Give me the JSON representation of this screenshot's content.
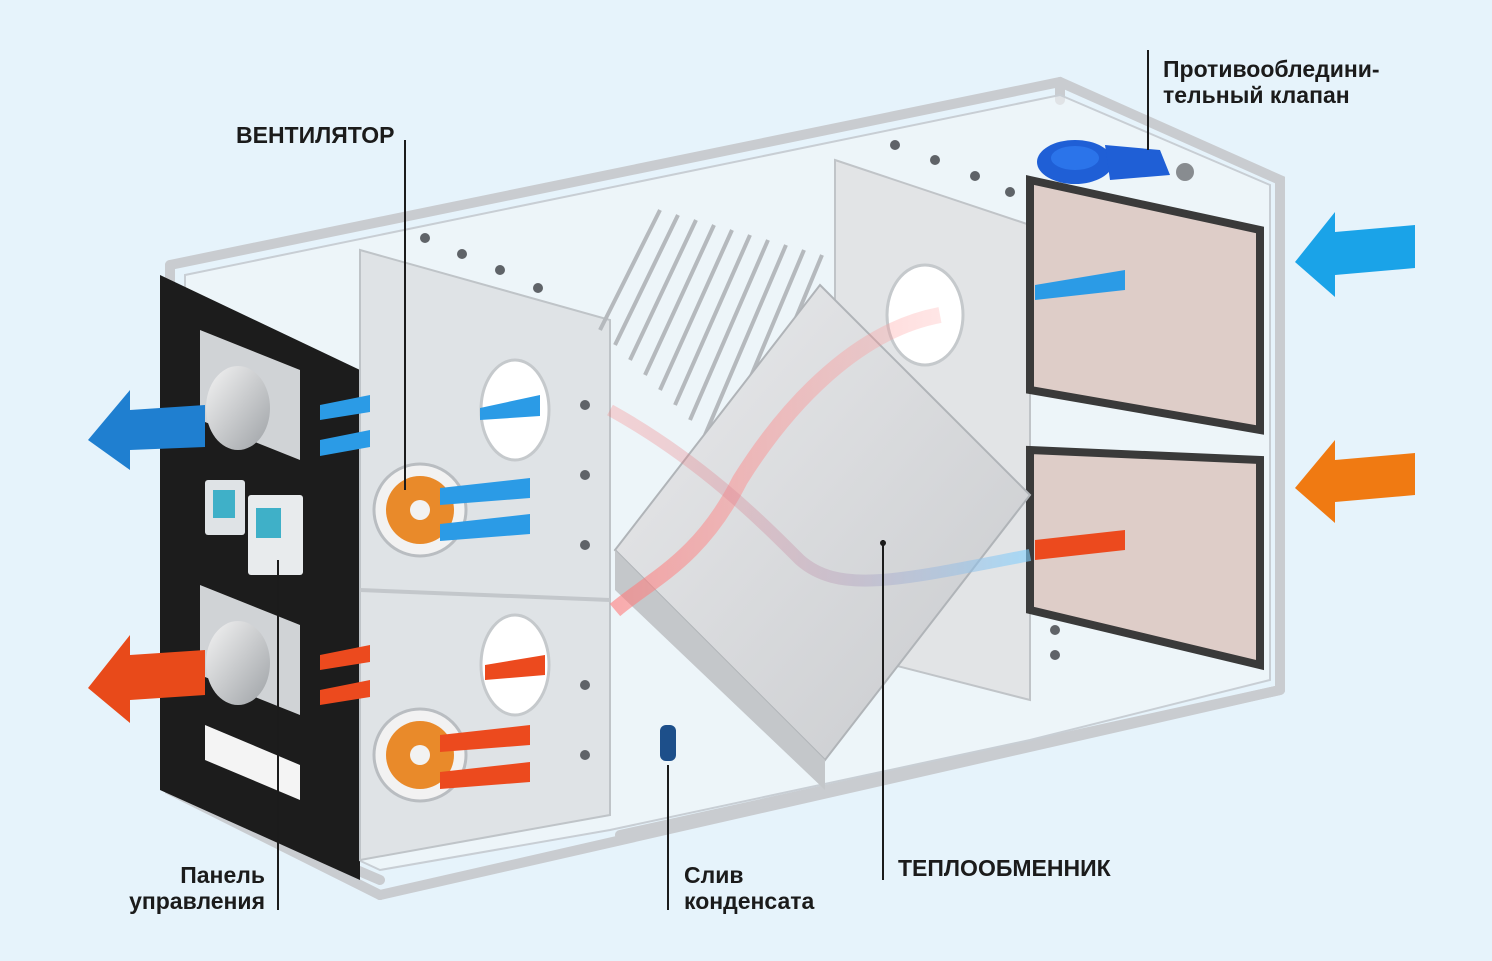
{
  "labels": {
    "fan": "ВЕНТИЛЯТОР",
    "antifreeze_valve_line1": "Противообледини-",
    "antifreeze_valve_line2": "тельный клапан",
    "control_panel_line1": "Панель",
    "control_panel_line2": "управления",
    "condensate_drain_line1": "Слив",
    "condensate_drain_line2": "конденсата",
    "heat_exchanger": "ТЕПЛООБМЕННИК"
  },
  "colors": {
    "background": "#e6f3fb",
    "cold_air": "#1aa3e8",
    "warm_air": "#f07a12",
    "exhaust_blue": "#1f7fd0",
    "exhaust_red": "#e84a1a",
    "valve": "#1f5fd6",
    "panel": "#1c1c1c"
  }
}
